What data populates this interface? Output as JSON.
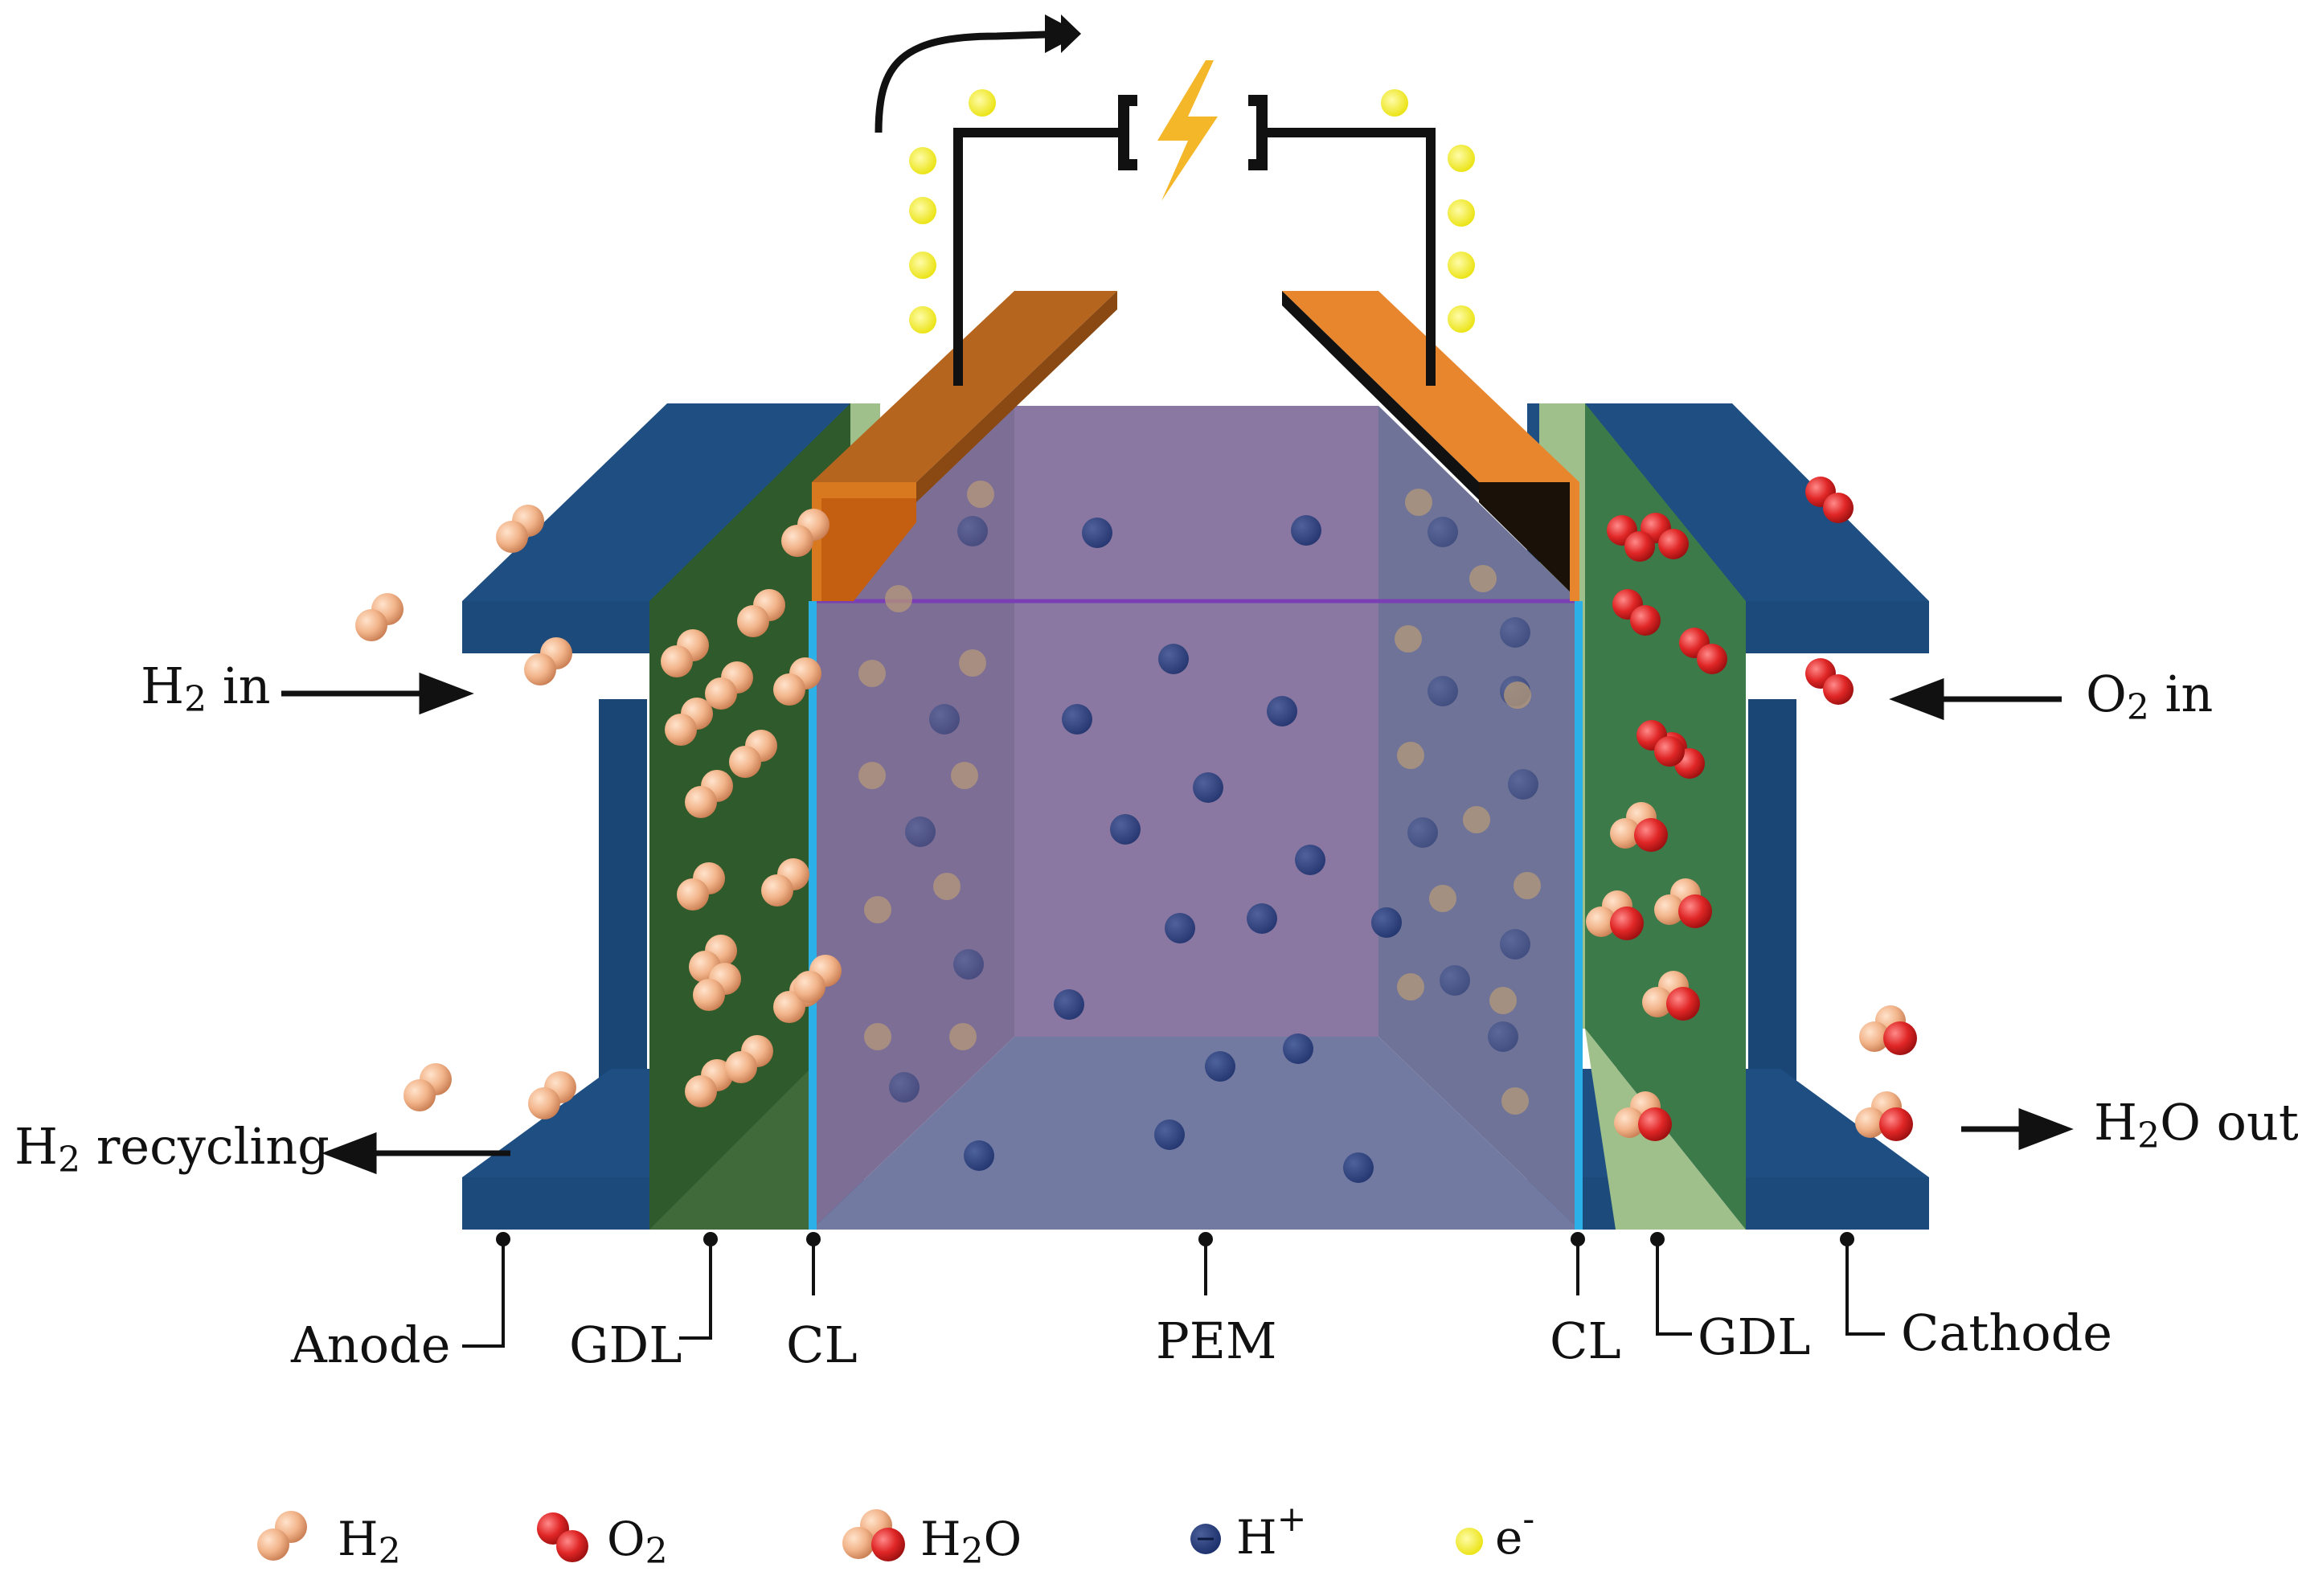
{
  "labels": {
    "h2_in": {
      "main": "H",
      "sub": "2",
      "rest": " in"
    },
    "o2_in": {
      "main": "O",
      "sub": "2",
      "rest": " in"
    },
    "h2_recycling": {
      "main": "H",
      "sub": "2",
      "rest": " recycling"
    },
    "h2o_out": {
      "main": "H",
      "sub": "2",
      "rest": "O out"
    },
    "layers": {
      "anode": "Anode",
      "gdl_left": "GDL",
      "cl_left": "CL",
      "pem": "PEM",
      "cl_right": "CL",
      "gdl_right": "GDL",
      "cathode": "Cathode"
    }
  },
  "legend": [
    {
      "id": "h2",
      "main": "H",
      "sub": "2",
      "rest": "",
      "icon": "h2-molecule-icon"
    },
    {
      "id": "o2",
      "main": "O",
      "sub": "2",
      "rest": "",
      "icon": "o2-molecule-icon"
    },
    {
      "id": "h2o",
      "main": "H",
      "sub": "2",
      "rest": "O",
      "icon": "h2o-molecule-icon"
    },
    {
      "id": "hplus",
      "main": "H",
      "sup": "+",
      "icon": "proton-icon"
    },
    {
      "id": "electron",
      "main": "e",
      "sup": "-",
      "icon": "electron-icon"
    }
  ],
  "colors": {
    "plate_blue": "#1f4f82",
    "gdl_green_dark": "#2f5a2c",
    "gdl_green_light": "#9fc08a",
    "pem_purple": "#8a76a0",
    "cl_blue": "#2bb0e8",
    "anode_terminal": "#b5651d",
    "cathode_terminal": "#e8862e",
    "h2_peach": "#f2b48a",
    "o2_red": "#e02626",
    "proton_navy": "#1b2f6b",
    "electron_yellow": "#f4ef1a",
    "lightning": "#f5b72a"
  }
}
